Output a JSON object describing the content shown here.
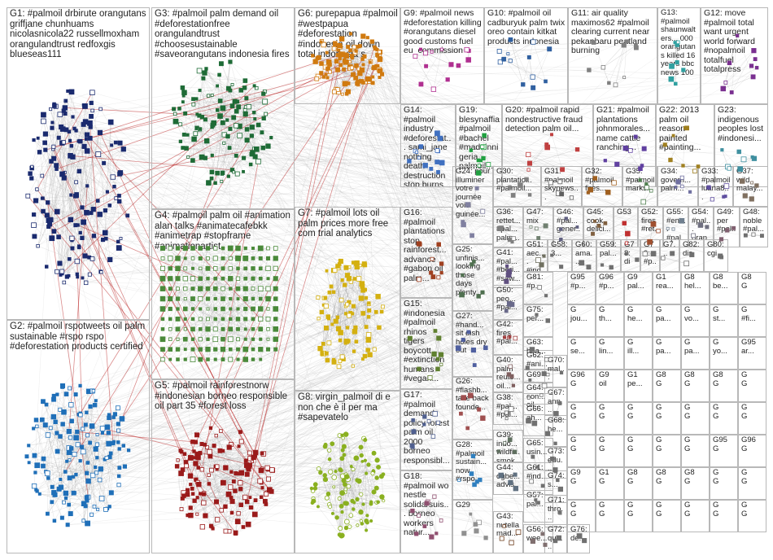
{
  "groups": [
    {
      "id": "G1",
      "text": "G1: #palmoil drbirute orangutans griffjane chunhuams nicolasnicola22 russellmoxham orangulandtrust redfoxgis blueseas111",
      "color": "#1a2a6e",
      "shape": "square",
      "density": 160
    },
    {
      "id": "G2",
      "text": "G2: #palmoil rspotweets oil palm sustainable #rspo rspo #deforestation products certified",
      "color": "#1f6fb8",
      "shape": "square",
      "density": 150
    },
    {
      "id": "G3",
      "text": "G3: #palmoil palm demand oil #deforestationfree orangulandtrust #choosesustainable #saveorangutans indonesia fires",
      "color": "#1e6b36",
      "shape": "square",
      "density": 120
    },
    {
      "id": "G4",
      "text": "G4: #palmoil palm oil #animation alan talks #animatecafebkk #animetrap #stopframe #animationartist",
      "color": "#4a8a3a",
      "shape": "square",
      "density": 190
    },
    {
      "id": "G5",
      "text": "G5: #palmoil rainforestnorw #indonesian borneo responsible oil part 35 #forest loss",
      "color": "#9a1a1a",
      "shape": "square",
      "density": 140
    },
    {
      "id": "G6",
      "text": "G6: purepapua #palmoil #westpapua #deforestation #indonesia oil down total indonesia s",
      "color": "#d07a10",
      "shape": "square",
      "density": 110
    },
    {
      "id": "G7",
      "text": "G7: #palmoil lots oil palm prices more free com trial analytics",
      "color": "#d4b010",
      "shape": "square",
      "density": 100
    },
    {
      "id": "G8",
      "text": "G8: virgin_palmoil di e non che è il per ma #sapevatelo",
      "color": "#8ab020",
      "shape": "circle",
      "density": 110
    },
    {
      "id": "G9",
      "text": "G9: #palmoil news #deforestation killing #orangutans diesel good customs fuel eu_commission",
      "color": "#b03090",
      "shape": "square",
      "density": 14
    },
    {
      "id": "G10",
      "text": "G10: #palmoil oil cadburyuk palm twix oreo contain kitkat products indonesia",
      "color": "#3060a0",
      "shape": "square",
      "density": 14
    },
    {
      "id": "G11",
      "text": "G11: air quality maximos62 #palmoil clearing current near pekanbaru peatland burning",
      "color": "#808080",
      "shape": "square",
      "density": 10
    },
    {
      "id": "G12",
      "text": "G12: move #palmoil total want urgent world forward #nopalmoil totalfuel totalpress",
      "color": "#7a3090",
      "shape": "square",
      "density": 10
    },
    {
      "id": "G13",
      "text": "G13: #palmoil shaunwalters... 000 orangutans killed 16 years bbc news 100",
      "color": "#30a0a0",
      "shape": "square",
      "density": 8
    },
    {
      "id": "G14",
      "text": "G14: #palmoil industry #deforestat... sami_jane nothing death destruction stop burns...",
      "color": "#4070c0",
      "shape": "square",
      "density": 14
    },
    {
      "id": "G15",
      "text": "G15: #indonesia #palmoil rhinos tigers boycott #extinction humans #vegan...",
      "color": "#608030",
      "shape": "square",
      "density": 10
    },
    {
      "id": "G16",
      "text": "G16: #palmoil plantations stop rainforest... advance #gabon oil palm...",
      "color": "#a04020",
      "shape": "square",
      "density": 10
    },
    {
      "id": "G17",
      "text": "G17: #palmoil demand policy forest palm oil 2000 borneo responsibl...",
      "color": "#506090",
      "shape": "square",
      "density": 10
    },
    {
      "id": "G18",
      "text": "G18: #palmoil wo nestle solidarsuis... borneo workers natur...",
      "color": "#905070",
      "shape": "square",
      "density": 10
    },
    {
      "id": "G19",
      "text": "G19: blesynaffia #palmoil #bachel #madeinnigeria palmoil...",
      "color": "#20a040",
      "shape": "square",
      "density": 10
    },
    {
      "id": "G20",
      "text": "G20: #palmoil rapid nondestructive fraud detection palm oil...",
      "color": "#c04040",
      "shape": "square",
      "density": 8
    },
    {
      "id": "G21",
      "text": "G21: #palmoil plantations johnmorales... name cattle ranching...",
      "color": "#6040a0",
      "shape": "square",
      "density": 8
    },
    {
      "id": "G22",
      "text": "G22: 2013 palm oil reason painted #painting...",
      "color": "#a08020",
      "shape": "square",
      "density": 8
    },
    {
      "id": "G23",
      "text": "G23: indigenous peoples lost #indonesi...",
      "color": "#4090a0",
      "shape": "square",
      "density": 8
    },
    {
      "id": "G24",
      "text": "G24: pour illuminer votre journée voici guinée...",
      "color": "#8080a0",
      "shape": "square",
      "density": 6
    },
    {
      "id": "G25",
      "text": "G25: unfinis... looking those days plenty...",
      "color": "#507050",
      "shape": "square",
      "density": 6
    },
    {
      "id": "G26",
      "text": "G26: #flashb... take back founde...",
      "color": "#a05050",
      "shape": "square",
      "density": 6
    },
    {
      "id": "G27",
      "text": "G27: #hand... sit dish holes dry out",
      "color": "#5060a0",
      "shape": "square",
      "density": 6
    },
    {
      "id": "G28",
      "text": "G28: #palmoil sustain... now #rspo...",
      "color": "#3080c0",
      "shape": "square",
      "density": 6
    },
    {
      "id": "G29",
      "text": "G29",
      "color": "#909090",
      "shape": "square",
      "density": 6
    },
    {
      "id": "G30",
      "text": "G30: plantatio... #palmoil...",
      "color": "#808080",
      "shape": "square",
      "density": 5
    },
    {
      "id": "G31",
      "text": "G31: #palmoil skynews...",
      "color": "#606060",
      "shape": "square",
      "density": 5
    },
    {
      "id": "G32",
      "text": "G32: #palmoil fires...",
      "color": "#a06020",
      "shape": "square",
      "density": 5
    },
    {
      "id": "G33",
      "text": "G33: #palmoil luana8...",
      "color": "#6050a0",
      "shape": "square",
      "density": 5
    },
    {
      "id": "G34",
      "text": "G34: govern... palm...",
      "color": "#7070a0",
      "shape": "square",
      "density": 5
    },
    {
      "id": "G35",
      "text": "G35: #palmoil marks...",
      "color": "#508050",
      "shape": "square",
      "density": 5
    },
    {
      "id": "G36",
      "text": "G36: rettet... #pal... palm...",
      "color": "#808080",
      "shape": "square",
      "density": 5
    },
    {
      "id": "G37",
      "text": "G37: wild malay...",
      "color": "#807060",
      "shape": "square",
      "density": 5
    },
    {
      "id": "G38",
      "text": "G38: #pal... #pal...",
      "color": "#707070",
      "shape": "square",
      "density": 4
    },
    {
      "id": "G39",
      "text": "G39: indo... wildfi... smok...",
      "color": "#607060",
      "shape": "square",
      "density": 4
    },
    {
      "id": "G40",
      "text": "G40: palm reute... oil...",
      "color": "#806060",
      "shape": "square",
      "density": 4
    },
    {
      "id": "G41",
      "text": "G41: #pal... #beri... #saw...",
      "color": "#605080",
      "shape": "square",
      "density": 4
    },
    {
      "id": "G42",
      "text": "G42: fires #pal...",
      "color": "#a04040",
      "shape": "square",
      "density": 4
    },
    {
      "id": "G43",
      "text": "G43: nutella mad...",
      "color": "#704020",
      "shape": "square",
      "density": 4
    },
    {
      "id": "G44",
      "text": "G44: ogbe... advis...",
      "color": "#607080",
      "shape": "square",
      "density": 4
    },
    {
      "id": "G45",
      "text": "G45: cook delici...",
      "color": "#806040",
      "shape": "square",
      "density": 4
    },
    {
      "id": "G46",
      "text": "G46: #pal... gener...",
      "color": "#606080",
      "shape": "square",
      "density": 4
    },
    {
      "id": "G47",
      "text": "G47: mix",
      "color": "#708070",
      "shape": "square",
      "density": 4
    },
    {
      "id": "G48",
      "text": "G48: noble #pal...",
      "color": "#707070",
      "shape": "square",
      "density": 3
    },
    {
      "id": "G49",
      "text": "G49: per #pal...",
      "color": "#806070",
      "shape": "square",
      "density": 3
    },
    {
      "id": "G50",
      "text": "G50: peo... #pal...",
      "color": "#6a6a8a",
      "shape": "square",
      "density": 3
    },
    {
      "id": "G51",
      "text": "G51: aec... #ind...",
      "color": "#707060",
      "shape": "square",
      "density": 3
    },
    {
      "id": "G52",
      "text": "G52: fires #ret...",
      "color": "#a05030",
      "shape": "square",
      "density": 3
    },
    {
      "id": "G53",
      "text": "G53",
      "color": "#c03030",
      "shape": "square",
      "density": 3
    },
    {
      "id": "G54",
      "text": "G54: #pal... oran...",
      "color": "#707080",
      "shape": "square",
      "density": 3
    },
    {
      "id": "G55",
      "text": "G55: #ent... #pal...",
      "color": "#708090",
      "shape": "square",
      "density": 3
    },
    {
      "id": "G56",
      "text": "G56: wee...",
      "color": "#807070",
      "shape": "square",
      "density": 3
    },
    {
      "id": "G57",
      "text": "G57: pal...",
      "color": "#707070",
      "shape": "square",
      "density": 2
    },
    {
      "id": "G58",
      "text": "G58: 3...",
      "color": "#707070",
      "shape": "square",
      "density": 2
    },
    {
      "id": "G59",
      "text": "G59: pal...",
      "color": "#707070",
      "shape": "square",
      "density": 2
    },
    {
      "id": "G60",
      "text": "G60: ama...",
      "color": "#707070",
      "shape": "square",
      "density": 2
    },
    {
      "id": "G61",
      "text": "G61: #ind...",
      "color": "#707070",
      "shape": "square",
      "density": 2
    },
    {
      "id": "G62",
      "text": "G62: #ani...",
      "color": "#707070",
      "shape": "square",
      "density": 2
    },
    {
      "id": "G63",
      "text": "G63: hea...",
      "color": "#707070",
      "shape": "square",
      "density": 2
    },
    {
      "id": "G64",
      "text": "G64: con... oil...",
      "color": "#707070",
      "shape": "square",
      "density": 2
    },
    {
      "id": "G65",
      "text": "G65: usin...",
      "color": "#707070",
      "shape": "square",
      "density": 2
    },
    {
      "id": "G66",
      "text": "G66: ah...",
      "color": "#707070",
      "shape": "square",
      "density": 2
    },
    {
      "id": "G67",
      "text": "G67: ann...",
      "color": "#707070",
      "shape": "square",
      "density": 2
    },
    {
      "id": "G68",
      "text": "G68: he...",
      "color": "#707070",
      "shape": "square",
      "density": 2
    },
    {
      "id": "G69",
      "text": "G69",
      "color": "#707070",
      "shape": "square",
      "density": 2
    },
    {
      "id": "G70",
      "text": "G70: mal...",
      "color": "#707070",
      "shape": "square",
      "density": 2
    },
    {
      "id": "G71",
      "text": "G71: thro...",
      "color": "#707070",
      "shape": "square",
      "density": 2
    },
    {
      "id": "G72",
      "text": "G72: quo...",
      "color": "#707070",
      "shape": "square",
      "density": 2
    },
    {
      "id": "G73",
      "text": "G73: edu...",
      "color": "#707070",
      "shape": "square",
      "density": 2
    },
    {
      "id": "G74",
      "text": "G74: s...",
      "color": "#707070",
      "shape": "square",
      "density": 2
    },
    {
      "id": "G75",
      "text": "G75: per...",
      "color": "#707070",
      "shape": "square",
      "density": 2
    },
    {
      "id": "G76",
      "text": "G76: de...",
      "color": "#707070",
      "shape": "square",
      "density": 2
    },
    {
      "id": "G77",
      "text": "G7...",
      "color": "#707070",
      "shape": "square",
      "density": 2
    },
    {
      "id": "G78",
      "text": "G78: di",
      "color": "#707070",
      "shape": "square",
      "density": 2
    },
    {
      "id": "G79",
      "text": "G79: #p...",
      "color": "#707070",
      "shape": "square",
      "density": 2
    },
    {
      "id": "G80",
      "text": "G80: cgi",
      "color": "#707070",
      "shape": "square",
      "density": 2
    },
    {
      "id": "G81",
      "text": "G81: #p...",
      "color": "#707070",
      "shape": "square",
      "density": 2
    },
    {
      "id": "G82",
      "text": "G82: dis",
      "color": "#707070",
      "shape": "square",
      "density": 2
    }
  ],
  "small_panel_labels": [
    "G95",
    "G96",
    "G9",
    "G1",
    "G8",
    "G8",
    "G8",
    "G",
    "G",
    "G",
    "G",
    "G",
    "G",
    "G",
    "G",
    "G",
    "G",
    "G",
    "G",
    "G"
  ],
  "small_panel_words": [
    "#p...",
    "#p...",
    "pal...",
    "rea...",
    "hel...",
    "be...",
    "G",
    "jou...",
    "th...",
    "he...",
    "pa...",
    "vo...",
    "st...",
    "#fi...",
    "se...",
    "lin...",
    "ill...",
    "pa...",
    "pa...",
    "yo...",
    "ar...",
    "G",
    "oil",
    "pe...",
    "G",
    "G",
    "G",
    "G",
    "G",
    "G",
    "G",
    "G",
    "G",
    "G",
    "G",
    "G",
    "G",
    "G",
    "G",
    "G",
    "G",
    "G",
    "G",
    "G",
    "G",
    "G",
    "G",
    "G",
    "G",
    "G",
    "G",
    "G",
    "G",
    "G",
    "G",
    "G",
    "G",
    "G",
    "G",
    "G",
    "G",
    "G",
    "G",
    "G",
    "G",
    "G",
    "G",
    "G",
    "G",
    "G",
    "G",
    "G",
    "G",
    "G",
    "G",
    "G",
    "G",
    "G",
    "G",
    "G",
    "G",
    "G",
    "G",
    "G",
    "G",
    "G",
    "G",
    "G",
    "G",
    "G",
    "G",
    "G",
    "G",
    "G",
    "G",
    "G",
    "G",
    "G",
    "G",
    "G",
    "G",
    "G",
    "G",
    "G",
    "G",
    "G",
    "G",
    "G",
    "G"
  ],
  "colors": {
    "background": "#ffffff",
    "border": "#b8b8b8",
    "edge": "#9c9c9c",
    "edge_strong": "#b00000"
  }
}
